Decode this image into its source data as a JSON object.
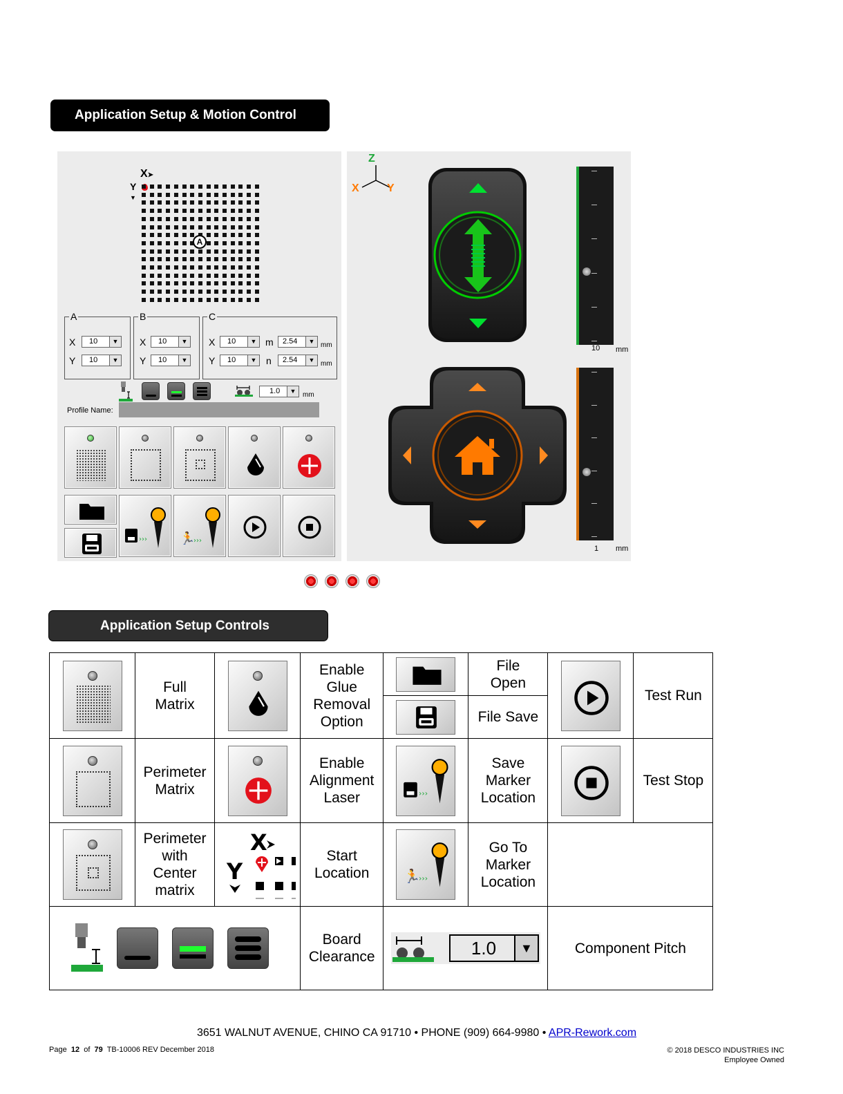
{
  "headers": {
    "motion": "Application Setup & Motion Control",
    "controls": "Application Setup Controls"
  },
  "left_panel": {
    "grid_start_marker": "A",
    "axis_x": "X",
    "axis_y": "Y",
    "group_a": {
      "label": "A",
      "x_label": "X",
      "y_label": "Y",
      "x_value": "10",
      "y_value": "10"
    },
    "group_b": {
      "label": "B",
      "x_label": "X",
      "y_label": "Y",
      "x_value": "10",
      "y_value": "10"
    },
    "group_c": {
      "label": "C",
      "x_label": "X",
      "y_label": "Y",
      "x_value": "10",
      "y_value": "10",
      "m_label": "m",
      "n_label": "n",
      "m_value": "2.54",
      "n_value": "2.54",
      "unit": "mm"
    },
    "pitch_value": "1.0",
    "pitch_unit": "mm",
    "profile_label": "Profile Name:",
    "profile_value": ""
  },
  "right_panel": {
    "axis_z": "Z",
    "axis_x": "X",
    "axis_y": "Y",
    "z_scale_value": "10",
    "z_scale_unit": "mm",
    "xy_scale_value": "1",
    "xy_scale_unit": "mm"
  },
  "legend": {
    "full_matrix": "Full Matrix",
    "glue_removal": "Enable Glue Removal Option",
    "file_open": "File Open",
    "file_save": "File Save",
    "test_run": "Test Run",
    "perimeter_matrix": "Perimeter Matrix",
    "alignment_laser": "Enable Alignment Laser",
    "save_marker": "Save Marker Location",
    "test_stop": "Test Stop",
    "perimeter_center": "Perimeter with Center matrix",
    "start_location": "Start Location",
    "goto_marker": "Go To Marker Location",
    "board_clearance": "Board Clearance",
    "pitch_value": "1.0",
    "component_pitch": "Component Pitch"
  },
  "footer": {
    "address": "3651 WALNUT AVENUE, CHINO CA 91710 • PHONE (909) 664-9980 •",
    "link": "APR-Rework.com",
    "page_word": "Page",
    "page_num": "12",
    "of_word": "of",
    "page_total": "79",
    "doc_ref": "TB-10006 REV December 2018",
    "copyright": "© 2018 DESCO INDUSTRIES INC",
    "owned": "Employee Owned"
  },
  "colors": {
    "green": "#1fa83a",
    "orange": "#ff7a00",
    "red": "#e3111b",
    "header": "#000000"
  },
  "icons": [
    "full-matrix-icon",
    "perimeter-matrix-icon",
    "perimeter-center-icon",
    "glue-drop-icon",
    "laser-crosshair-icon",
    "folder-icon",
    "floppy-icon",
    "save-marker-icon",
    "goto-marker-icon",
    "play-icon",
    "stop-icon",
    "home-icon",
    "z-arrow-icon",
    "board-clearance-icon"
  ]
}
